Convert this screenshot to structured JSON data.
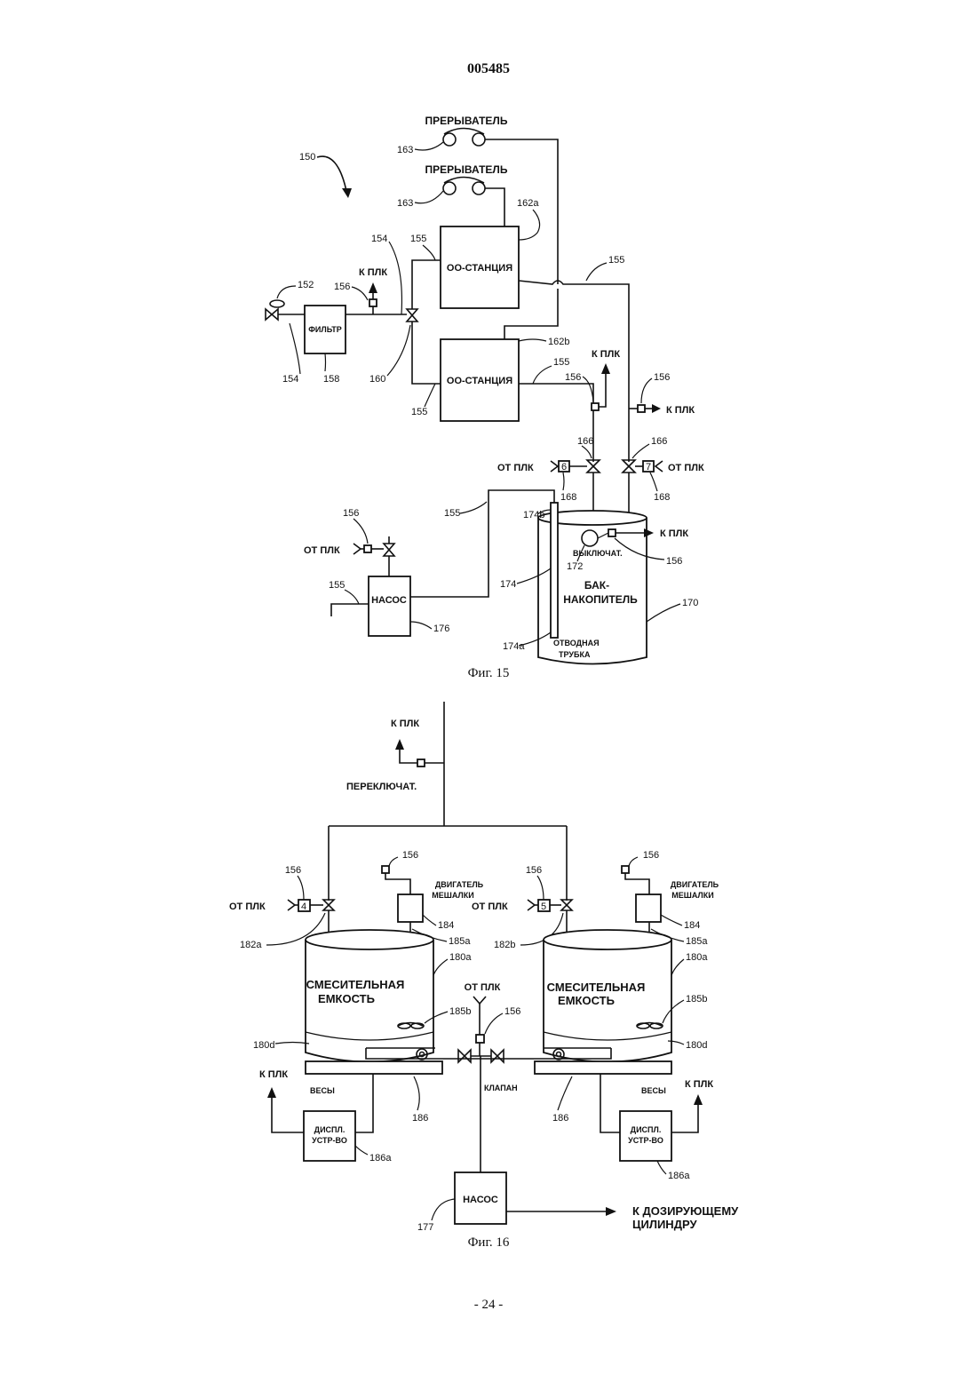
{
  "document_number": "005485",
  "page_number": "- 24 -",
  "fig15": {
    "caption": "Фиг. 15",
    "system_ref": "150",
    "breaker_label": "ПРЕРЫВАТЕЛЬ",
    "breaker_ref": "163",
    "ro_station_label": "ОО-СТАНЦИЯ",
    "filter_label": "ФИЛЬТР",
    "to_plc": "К ПЛК",
    "from_plc": "ОТ ПЛК",
    "switch_label": "ВЫКЛЮЧАТ.",
    "tank_label_1": "БАК-",
    "tank_label_2": "НАКОПИТЕЛЬ",
    "outlet_label_1": "ОТВОДНАЯ",
    "outlet_label_2": "ТРУБКА",
    "pump_label": "НАСОС",
    "valve_6": "6",
    "valve_7": "7",
    "refs": {
      "r152": "152",
      "r154": "154",
      "r155": "155",
      "r156": "156",
      "r158": "158",
      "r160": "160",
      "r162a": "162a",
      "r162b": "162b",
      "r166": "166",
      "r168": "168",
      "r170": "170",
      "r172": "172",
      "r174": "174",
      "r174a": "174a",
      "r174b": "174b",
      "r176": "176"
    }
  },
  "fig16": {
    "caption": "Фиг. 16",
    "to_plc": "К ПЛК",
    "from_plc": "ОТ ПЛК",
    "switch_label": "ПЕРЕКЛЮЧАТ.",
    "motor_label_1": "ДВИГАТЕЛЬ",
    "motor_label_2": "МЕШАЛКИ",
    "mix_tank_1": "СМЕСИТЕЛЬНАЯ",
    "mix_tank_2": "ЕМКОСТЬ",
    "scales_label": "ВЕСЫ",
    "valve_label": "КЛАПАН",
    "display_1": "ДИСПЛ.",
    "display_2": "УСТР-ВО",
    "pump_label": "НАСОС",
    "dosing_1": "К ДОЗИРУЮЩЕМУ",
    "dosing_2": "ЦИЛИНДРУ",
    "valve_4": "4",
    "valve_5": "5",
    "refs": {
      "r156": "156",
      "r177": "177",
      "r180a": "180a",
      "r180d": "180d",
      "r182a": "182a",
      "r182b": "182b",
      "r184": "184",
      "r185a": "185a",
      "r185b": "185b",
      "r186": "186",
      "r186a": "186a"
    }
  }
}
